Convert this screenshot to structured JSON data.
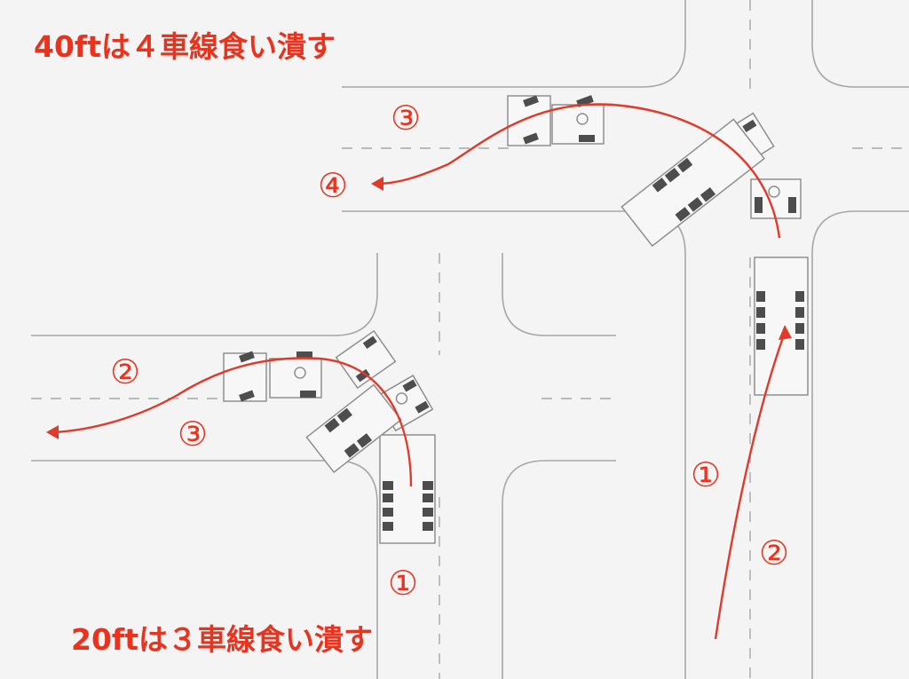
{
  "captions": {
    "top": "40ftは４車線食い潰す",
    "bottom": "20ftは３車線食い潰す"
  },
  "markers": {
    "right_1": "①",
    "right_2": "②",
    "right_3": "③",
    "right_4": "④",
    "left_1": "①",
    "left_2": "②",
    "left_3": "③"
  },
  "colors": {
    "accent": "#e8331f",
    "road_line": "#a7a7a7",
    "vehicle_outline": "#8f8f8f",
    "wheel": "#4d4d4d",
    "background": "#f4f4f4"
  }
}
